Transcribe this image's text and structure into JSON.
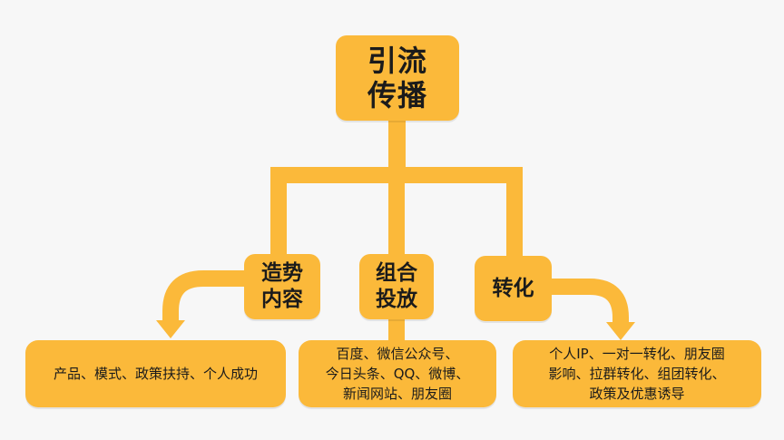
{
  "diagram": {
    "top": {
      "line1": "引流",
      "line2": "传播"
    },
    "branches": [
      {
        "label_line1": "造势",
        "label_line2": "内容",
        "detail_lines": [
          "产品、模式、政策扶持、个人成功"
        ]
      },
      {
        "label_line1": "组合",
        "label_line2": "投放",
        "detail_lines": [
          "百度、微信公众号、",
          "今日头条、QQ、微博、",
          "新闻网站、朋友圈"
        ]
      },
      {
        "label_line1": "转化",
        "detail_lines": [
          "个人IP、一对一转化、朋友圈",
          "影响、拉群转化、组团转化、",
          "政策及优惠诱导"
        ]
      }
    ]
  },
  "colors": {
    "background": "#f7f7f7",
    "box_fill": "#fbb93a",
    "text": "#1b1b1b"
  }
}
